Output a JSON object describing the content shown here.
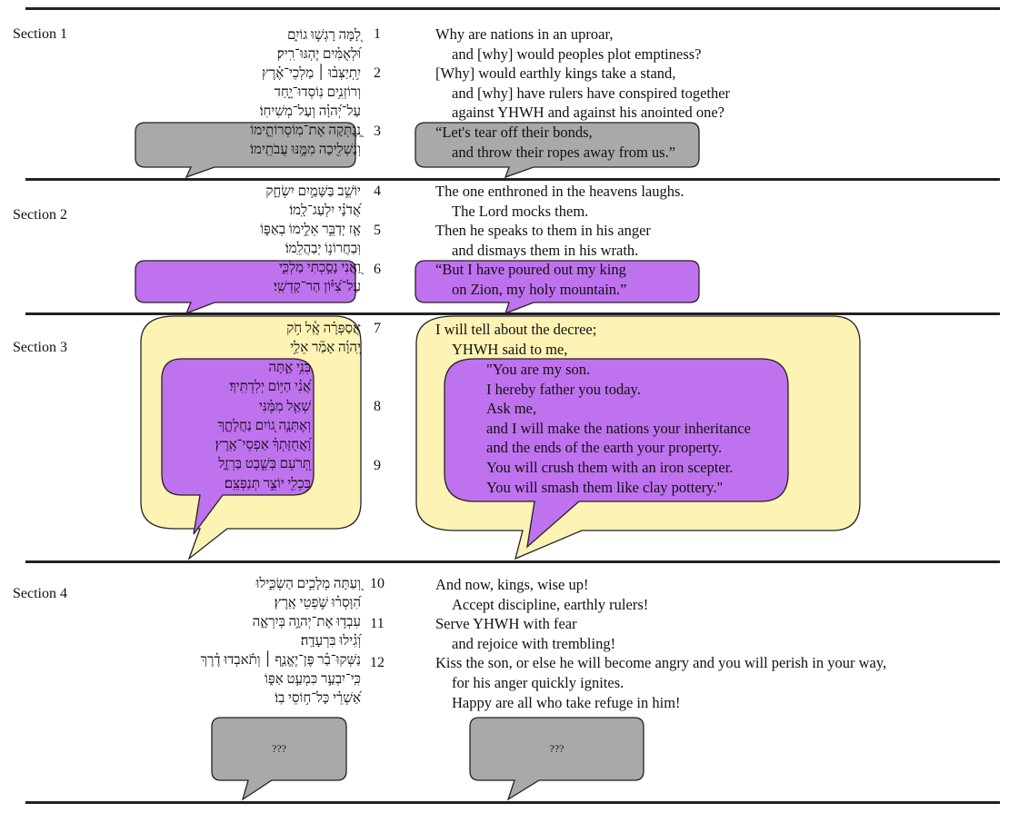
{
  "colors": {
    "gray": "#a9a9a9",
    "purple": "#bf72ee",
    "yellow": "#fdf3b5",
    "stroke": "#222222"
  },
  "sections": [
    {
      "label": "Section 1"
    },
    {
      "label": "Section 2"
    },
    {
      "label": "Section 3"
    },
    {
      "label": "Section 4"
    }
  ],
  "verse_numbers": [
    "1",
    "2",
    "3",
    "4",
    "5",
    "6",
    "7",
    "8",
    "9",
    "10",
    "11",
    "12"
  ],
  "hebrew": [
    "לָ֭מָּה רָגְשׁ֣וּ גוֹיִ֑ם",
    "וּ֝לְאֻמִּ֗ים יֶהְגּוּ־רִֽיק׃",
    "יִ֥תְיַצְּב֨וּ ׀ מַלְכֵי־אֶ֗רֶץ",
    "וְרוֹזְנִ֥ים נֽוֹסְדוּ־יָ֑חַד",
    "עַל־יְ֝הוָ֗ה וְעַל־מְשִׁיחֽוֹ׃",
    "נְֽ֭נַתְּקָה אֶת־מֽוֹסְרוֹתֵ֑ימוֹ",
    "וְנַשְׁלִ֖יכָה מִמֶּ֣נּוּ עֲבֹתֵֽימוֹ׃",
    "יוֹשֵׁ֣ב בַּשָּׁמַ֣יִם יִשְׂחָ֑ק",
    "אֲ֝דֹנָ֗י יִלְעַג־לָֽמוֹ׃",
    "אָ֤ז יְדַבֵּ֣ר אֵלֵ֣ימוֹ בְאַפּ֑וֹ",
    "וּֽבַחֲרוֹנ֥וֹ יְבַהֲלֵֽמוֹ׃",
    "וַ֭אֲנִי נָסַ֣כְתִּי מַלְכִּ֑י",
    "עַל־צִ֝יּ֗וֹן הַר־קָדְשִֽׁי׃",
    "אֲסַפְּרָ֗ה אֶֽ֫ל חֹ֥ק",
    "יְֽהוָ֗ה אָמַ֘ר אֵלַ֥י",
    "בְּנִ֥י אַ֑תָּה",
    "אֲ֝נִ֗י הַיּ֥וֹם יְלִדְתִּֽיךָ׃",
    "שְׁאַ֤ל מִמֶּ֗נִּי",
    "וְאֶתְּנָ֣ה ג֭וֹיִם נַחֲלָתֶ֑ךָ",
    "וַ֝אֲחֻזָּתְךָ֗ אַפְסֵי־אָֽרֶץ׃",
    "תְּ֭רֹעֵם בְּשֵׁ֣בֶט בַּרְזֶ֑ל",
    "כִּכְלִ֖י יוֹצֵ֣ר תְּנַפְּצֵֽם׃",
    "וְ֭עַתָּה מְלָכִ֣ים הַשְׂכִּ֑ילוּ",
    "הִ֝וָּסְר֗וּ שֹׁ֣פְטֵי אָֽרֶץ׃",
    "עִבְד֣וּ אֶת־יְהוָ֣ה בְּיִרְאָ֑ה",
    "וְ֝גִ֗ילוּ בִּרְעָדָֽה׃",
    "נַשְּׁקוּ־בַ֡ר פֶּן־יֶאֱנַ֤ף ׀ וְתֹ֬אבְדוּ דֶ֗רֶךְ",
    "כִּֽי־יִבְעַ֣ר כִּמְעַ֣ט אַפּ֑וֹ",
    "אַ֝שְׁרֵ֗י כָּל־ח֥וֹסֵי בֽוֹ׃"
  ],
  "english": [
    "Why are nations in an uproar,",
    "and [why] would peoples plot emptiness?",
    "[Why] would earthly kings take a stand,",
    "and [why] have rulers have conspired together",
    "against YHWH and against his anointed one?",
    "“Let's tear off their bonds,",
    "and throw their ropes away from us.”",
    "The one enthroned in the heavens laughs.",
    "The Lord mocks them.",
    "Then he speaks to them in his anger",
    "and dismays them in his wrath.",
    "“But I have poured out my king",
    "on Zion, my holy mountain.”",
    "I will tell about the decree;",
    "YHWH said to me,",
    "\"You are my son.",
    "I hereby father you today.",
    "Ask me,",
    "and I will make the nations your inheritance",
    "and the ends of the earth your property.",
    "You will crush them with an iron scepter.",
    "You will smash them like clay pottery.\"",
    "And now, kings, wise up!",
    "Accept discipline, earthly rulers!",
    "Serve YHWH with fear",
    "and rejoice with trembling!",
    "Kiss the son, or else he will become angry and you will perish in your way,",
    "for his anger quickly ignites.",
    "Happy are all who take refuge in  him!"
  ],
  "placeholders": [
    "???",
    "???"
  ]
}
